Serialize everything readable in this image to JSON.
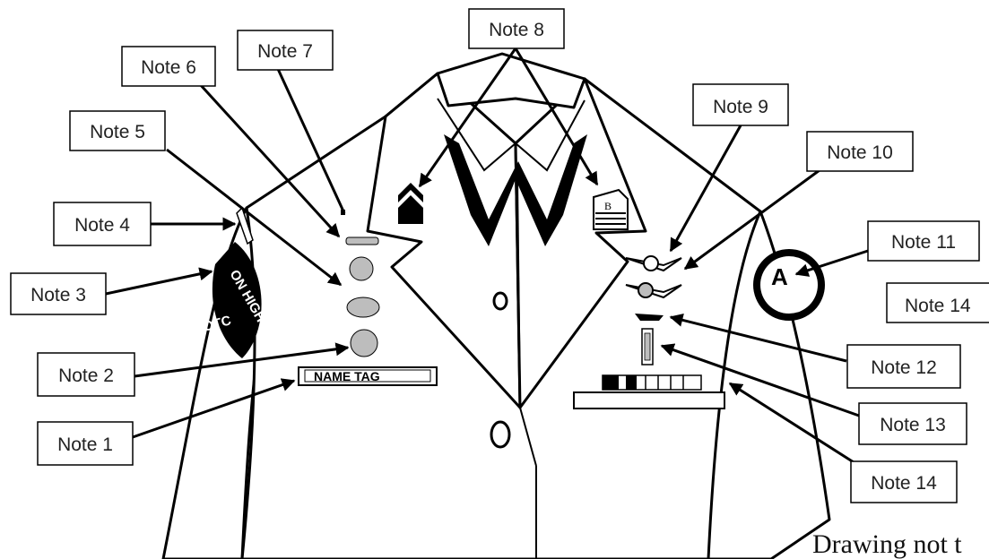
{
  "notes": [
    {
      "id": "note-1",
      "text": "Note 1"
    },
    {
      "id": "note-2",
      "text": "Note 2"
    },
    {
      "id": "note-3",
      "text": "Note 3"
    },
    {
      "id": "note-4",
      "text": "Note 4"
    },
    {
      "id": "note-5",
      "text": "Note 5"
    },
    {
      "id": "note-6",
      "text": "Note 6"
    },
    {
      "id": "note-7",
      "text": "Note 7"
    },
    {
      "id": "note-8",
      "text": "Note 8"
    },
    {
      "id": "note-9",
      "text": "Note 9"
    },
    {
      "id": "note-10",
      "text": "Note 10"
    },
    {
      "id": "note-11",
      "text": "Note 11"
    },
    {
      "id": "note-12",
      "text": "Note 12"
    },
    {
      "id": "note-13",
      "text": "Note 13"
    },
    {
      "id": "note-14a",
      "text": "Note 14"
    },
    {
      "id": "note-14b",
      "text": "Note 14"
    }
  ],
  "name_tag": "NAME TAG",
  "left_patch_text": "ON HIGH",
  "left_patch_text_bottom": "OTC",
  "right_patch_text": "A",
  "footnote": "Drawing not t",
  "colors": {
    "outline": "#000000",
    "label_text": "#222222",
    "background": "#ffffff"
  }
}
